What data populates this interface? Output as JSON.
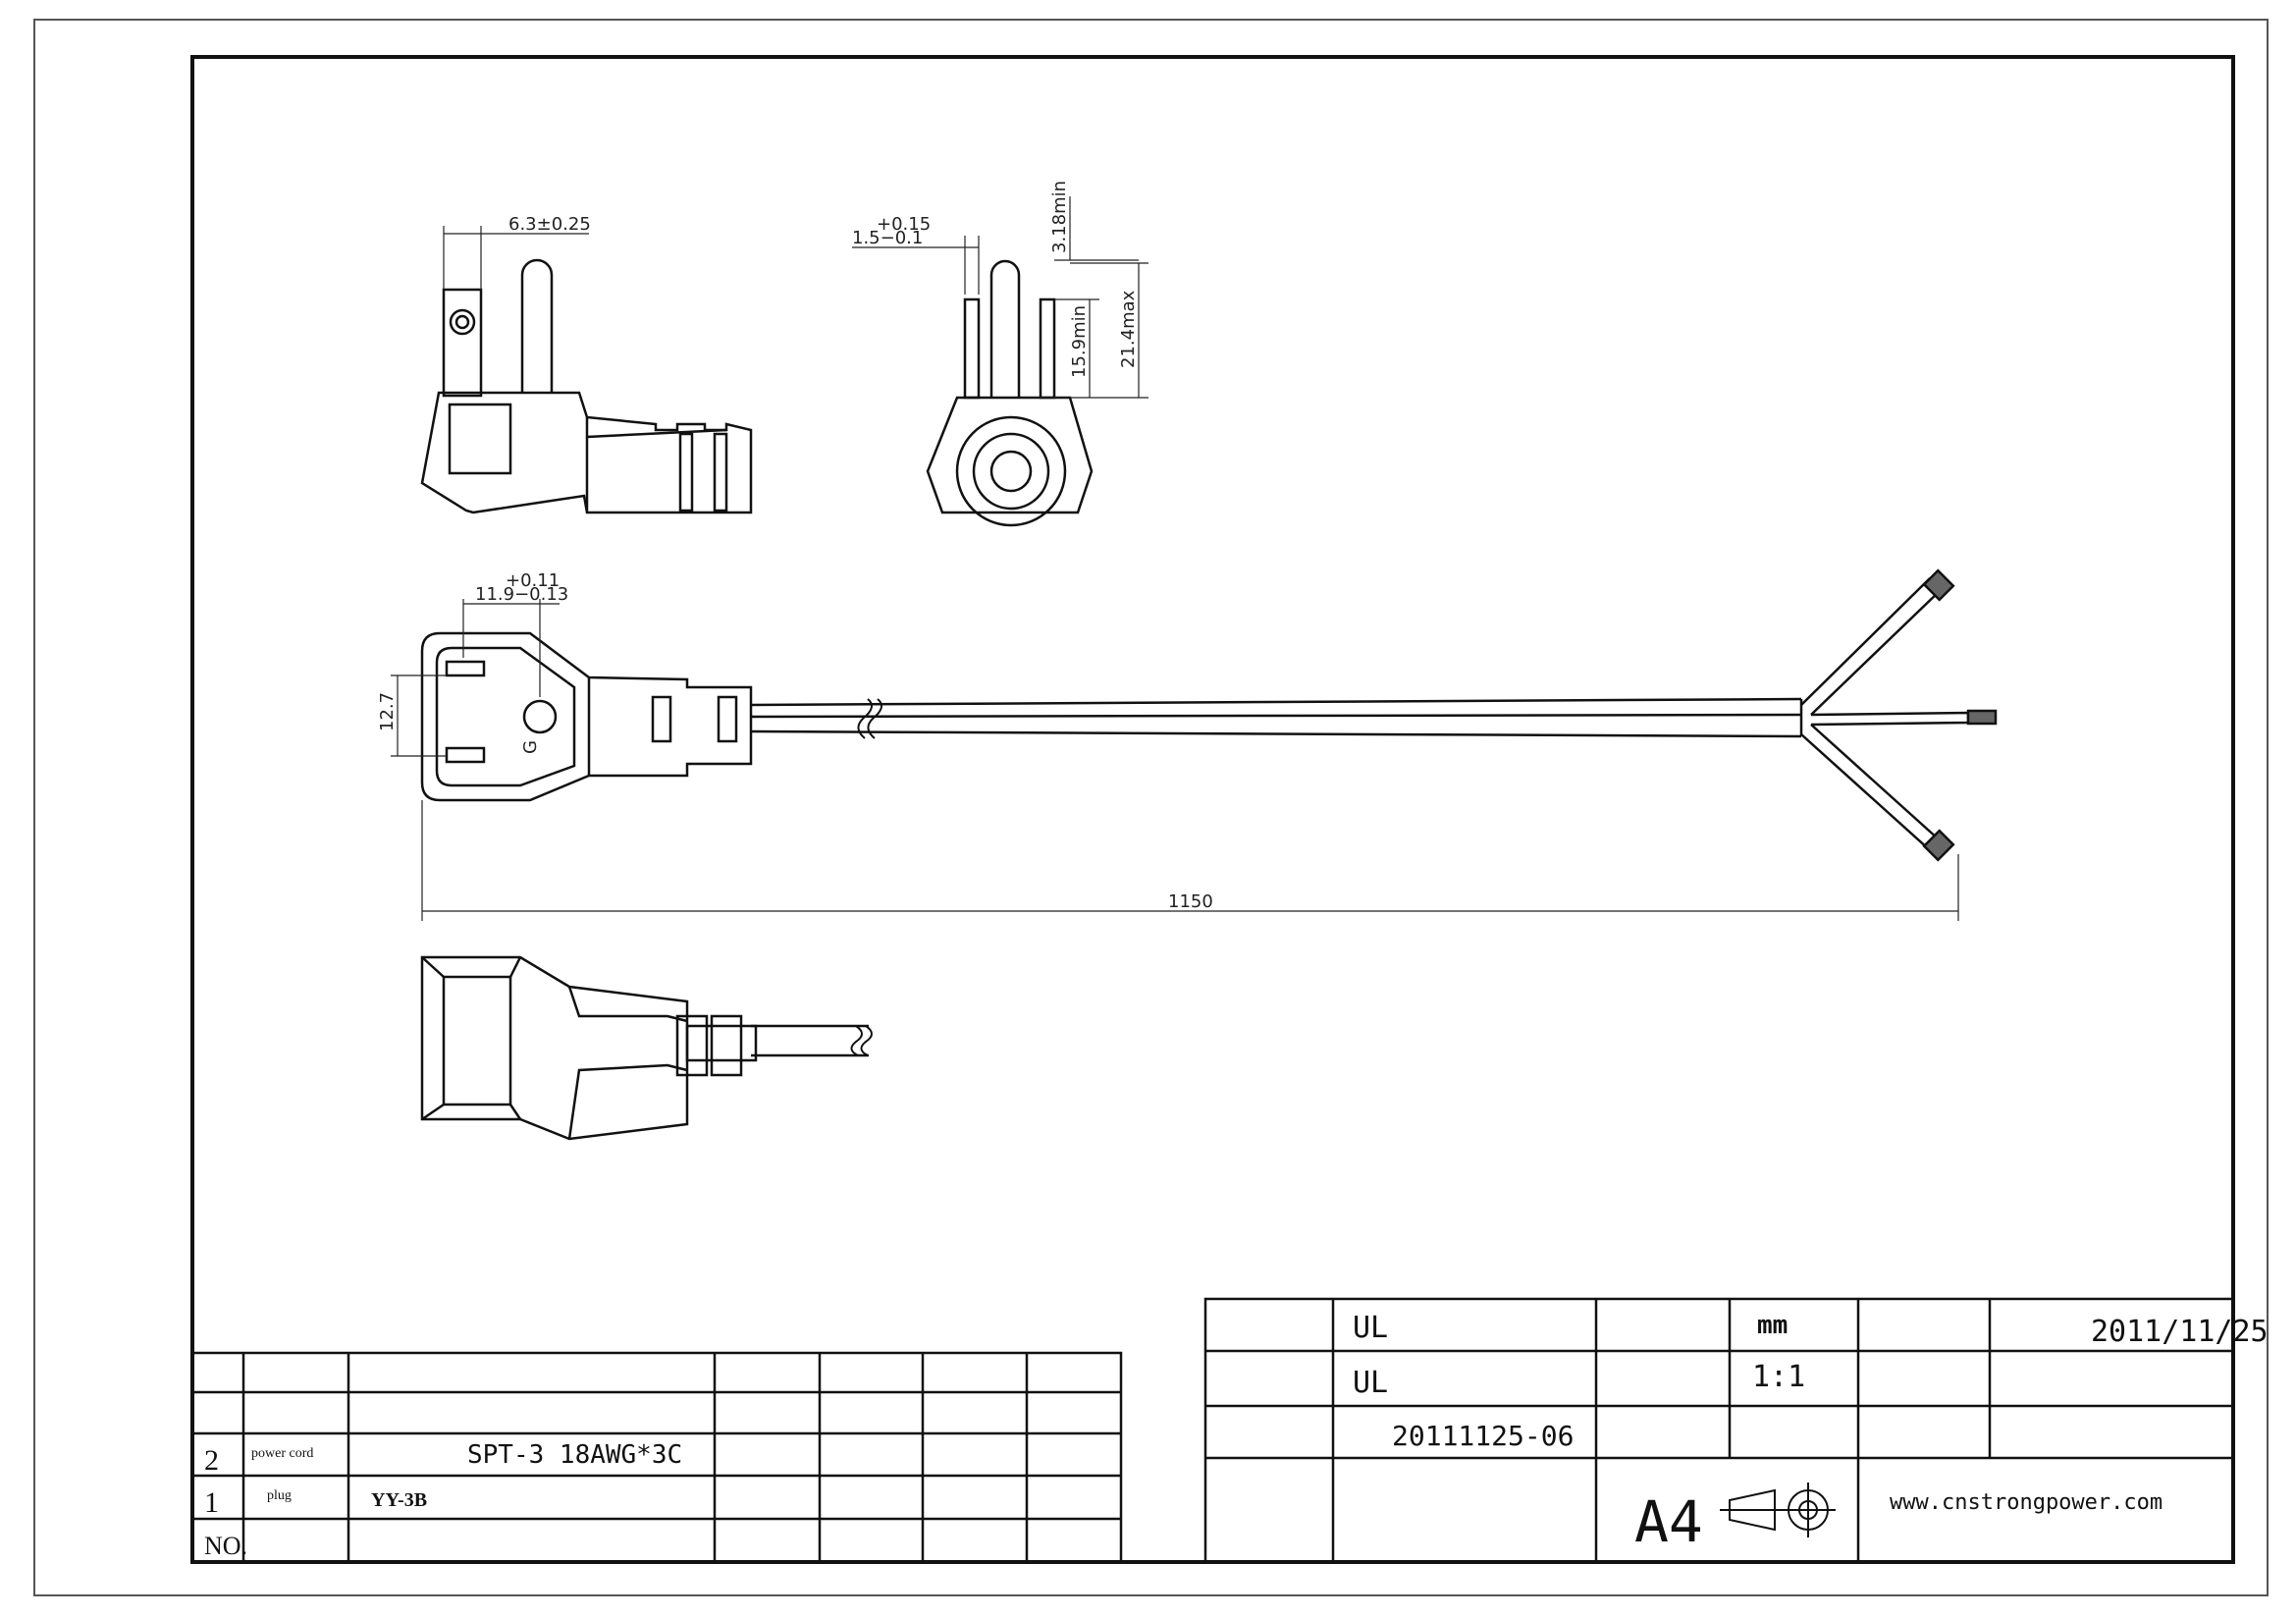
{
  "dimensions": {
    "pin_spacing": "6.3±0.25",
    "blade_width_tol_upper": "+0.15",
    "blade_width": "1.5−0.1",
    "blade_edge_min": "3.18min",
    "blade_length_min": "15.9min",
    "overall_height_max": "21.4max",
    "ground_offset_tol_upper": "+0.11",
    "ground_offset": "11.9−0.13",
    "blade_pitch": "12.7",
    "cord_length": "1150"
  },
  "plug_markings": {
    "ground_letter": "G"
  },
  "parts_list": {
    "rows": [
      {
        "no": "2",
        "name": "power cord",
        "spec": "SPT-3 18AWG*3C"
      },
      {
        "no": "1",
        "name": "plug",
        "spec": "YY-3B"
      }
    ],
    "header_no": "NO."
  },
  "title_block": {
    "standard_1": "UL",
    "standard_2": "UL",
    "drawing_number": "20111125-06",
    "unit": "mm",
    "scale": "1:1",
    "date": "2011/11/25",
    "sheet_size": "A4",
    "website": "www.cnstrongpower.com",
    "projection_symbol": "first-angle-projection-icon"
  }
}
